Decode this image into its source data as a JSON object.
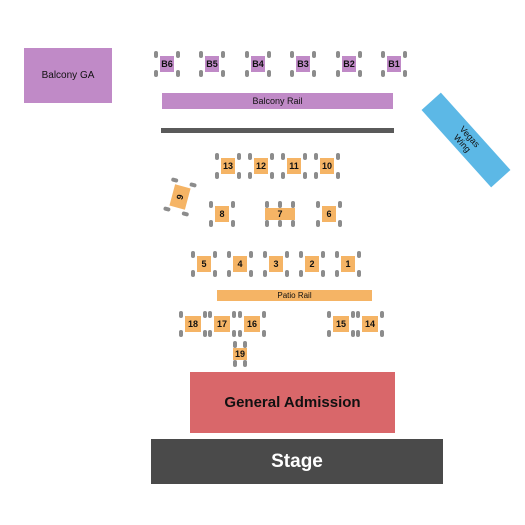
{
  "colors": {
    "balcony": "#c08ac7",
    "table": "#f5b465",
    "chair": "#8c8c8c",
    "vegas": "#5cb8e6",
    "ga": "#d9676a",
    "stage": "#4a4a4a",
    "rail_dark": "#5a5a5a"
  },
  "areas": {
    "balcony_ga": "Balcony GA",
    "balcony_rail": "Balcony Rail",
    "vegas_wing": "Vegas Wing",
    "patio_rail": "Patio Rail",
    "general_admission": "General Admission",
    "stage": "Stage"
  },
  "booths": [
    "B6",
    "B5",
    "B4",
    "B3",
    "B2",
    "B1"
  ],
  "tables": {
    "row_13_10": [
      "13",
      "12",
      "11",
      "10"
    ],
    "row_9": "9",
    "row_8_6": [
      "8",
      "7",
      "6"
    ],
    "row_5_1": [
      "5",
      "4",
      "3",
      "2",
      "1"
    ],
    "row_18_16": [
      "18",
      "17",
      "16"
    ],
    "row_15_14": [
      "15",
      "14"
    ],
    "row_19": "19"
  }
}
